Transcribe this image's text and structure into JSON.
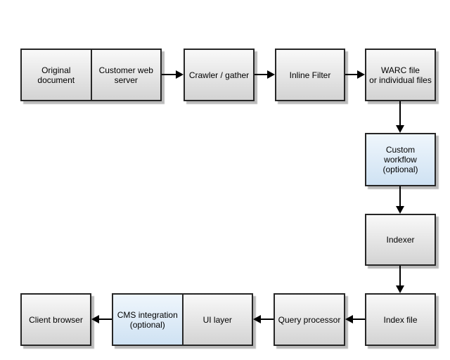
{
  "diagram": {
    "background": "#ffffff",
    "colors": {
      "node_border": "#262626",
      "node_fill_top": "#f9f9f9",
      "node_fill_bottom": "#d3d3d3",
      "optional_fill_top": "#eff6fc",
      "optional_fill_bottom": "#cfe2f3",
      "arrow": "#000000",
      "shadow": "rgba(0,0,0,0.27)"
    },
    "nodes": {
      "original_document": {
        "label": "Original\ndocument"
      },
      "customer_web_server": {
        "label": "Customer web\nserver"
      },
      "crawler_gather": {
        "label": "Crawler / gather"
      },
      "inline_filter": {
        "label": "Inline Filter"
      },
      "warc_file": {
        "label": "WARC file\nor individual files"
      },
      "custom_workflow": {
        "label": "Custom workflow\n(optional)",
        "optional": true
      },
      "indexer": {
        "label": "Indexer"
      },
      "index_file": {
        "label": "Index file"
      },
      "query_processor": {
        "label": "Query processor"
      },
      "ui_layer": {
        "label": "UI layer"
      },
      "cms_integration": {
        "label": "CMS integration\n(optional)",
        "optional": true
      },
      "client_browser": {
        "label": "Client browser"
      }
    },
    "edges": [
      {
        "from": "customer_web_server",
        "to": "crawler_gather",
        "direction": "right"
      },
      {
        "from": "crawler_gather",
        "to": "inline_filter",
        "direction": "right"
      },
      {
        "from": "inline_filter",
        "to": "warc_file",
        "direction": "right"
      },
      {
        "from": "warc_file",
        "to": "custom_workflow",
        "direction": "down"
      },
      {
        "from": "custom_workflow",
        "to": "indexer",
        "direction": "down"
      },
      {
        "from": "indexer",
        "to": "index_file",
        "direction": "down"
      },
      {
        "from": "index_file",
        "to": "query_processor",
        "direction": "left"
      },
      {
        "from": "query_processor",
        "to": "ui_layer",
        "direction": "left"
      },
      {
        "from": "cms_integration",
        "to": "client_browser",
        "direction": "left"
      }
    ]
  }
}
